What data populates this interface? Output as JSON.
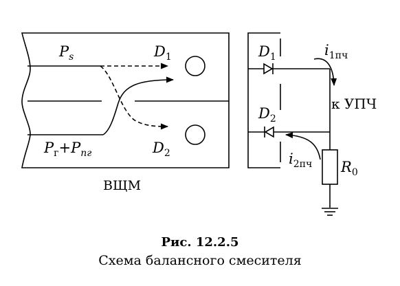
{
  "diagram": {
    "labels": {
      "ps_main": "P",
      "ps_sub": "s",
      "pg_main": "P",
      "pg_sub": "г",
      "plus": "+",
      "png_main": "P",
      "png_sub": "пг",
      "d1_left_main": "D",
      "d1_left_sub": "1",
      "d2_left_main": "D",
      "d2_left_sub": "2",
      "vschm": "ВЩМ",
      "d1_right_main": "D",
      "d1_right_sub": "1",
      "d2_right_main": "D",
      "d2_right_sub": "2",
      "i1_main": "i",
      "i1_sub": "1пч",
      "i2_main": "i",
      "i2_sub": "2пч",
      "to_upch": "к УПЧ",
      "r0_main": "R",
      "r0_sub": "0"
    }
  },
  "caption": {
    "title": "Рис. 12.2.5",
    "subtitle": "Схема балансного смесителя"
  }
}
